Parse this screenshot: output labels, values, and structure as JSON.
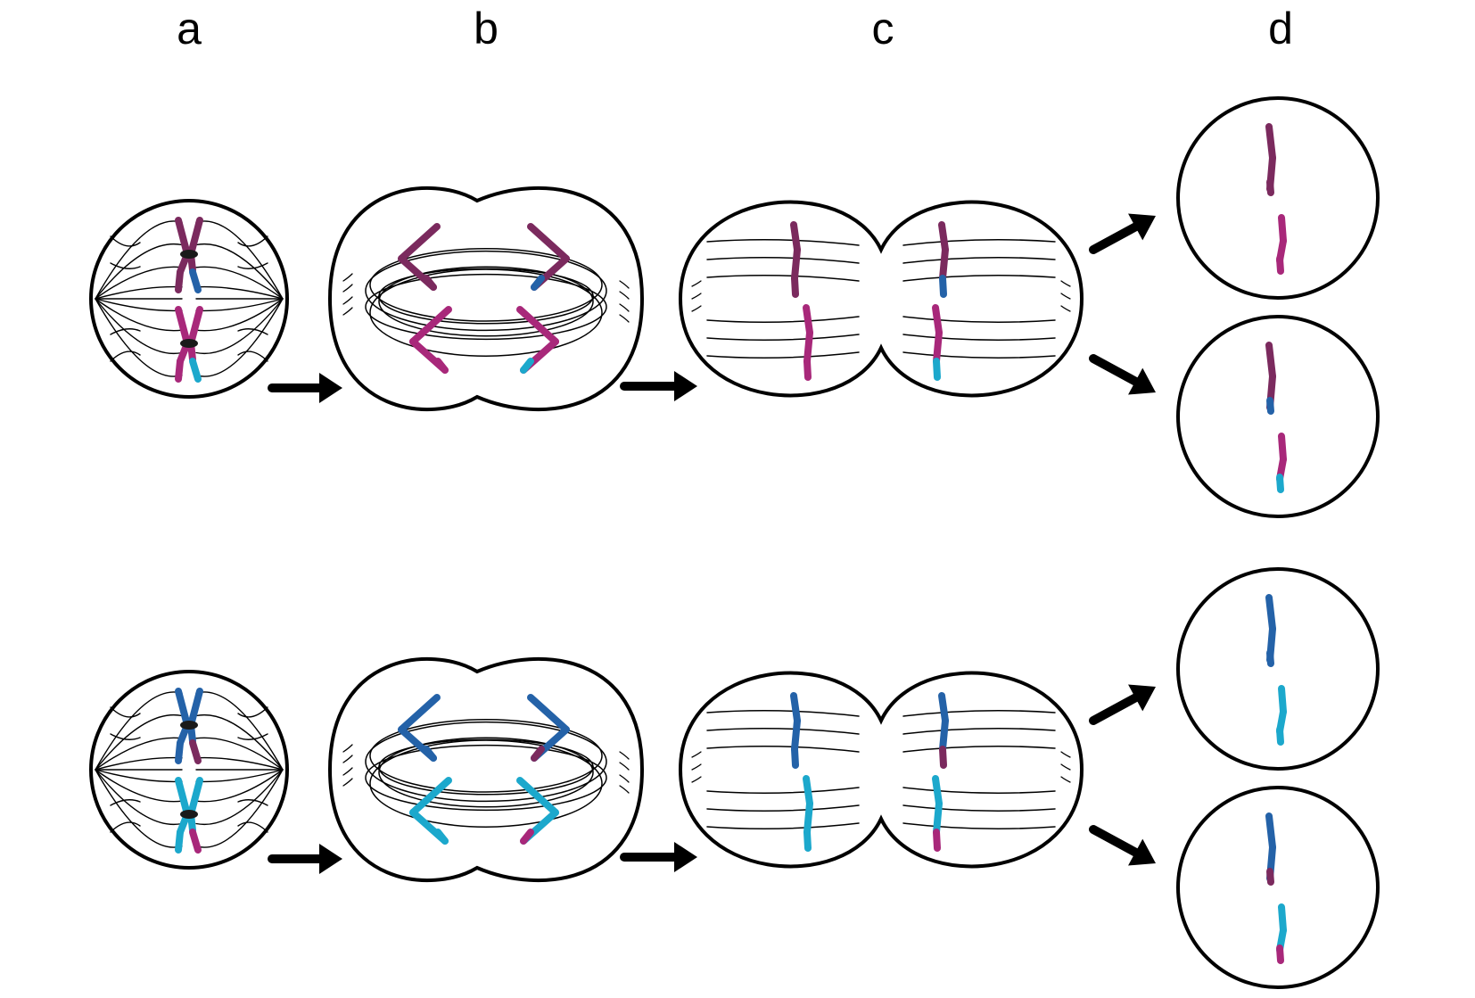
{
  "labels": {
    "a": "a",
    "b": "b",
    "c": "c",
    "d": "d"
  },
  "colors": {
    "outline": "#000000",
    "maroon": "#7b2a5e",
    "magenta": "#a8287a",
    "blue": "#2462a8",
    "cyan": "#1ca8cc",
    "centromere": "#1a1a1a"
  },
  "rows": [
    {
      "name": "row-top",
      "top_chromosome": [
        "maroon",
        "blue"
      ],
      "bottom_chromosome": [
        "magenta",
        "cyan"
      ]
    },
    {
      "name": "row-bottom",
      "top_chromosome": [
        "blue",
        "maroon"
      ],
      "bottom_chromosome": [
        "cyan",
        "magenta"
      ]
    }
  ]
}
